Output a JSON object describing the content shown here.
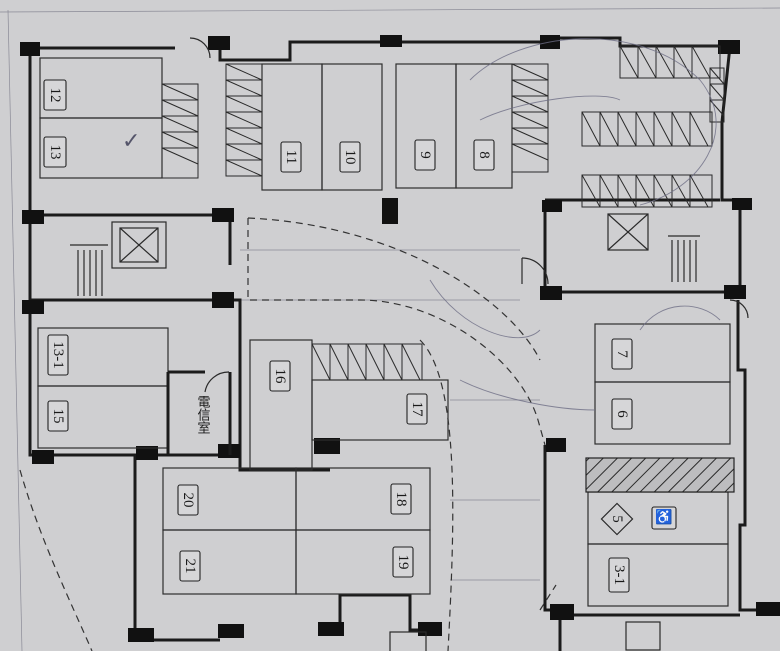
{
  "stalls": [
    {
      "id": "12"
    },
    {
      "id": "13"
    },
    {
      "id": "11"
    },
    {
      "id": "10"
    },
    {
      "id": "9"
    },
    {
      "id": "8"
    },
    {
      "id": "13-1"
    },
    {
      "id": "15"
    },
    {
      "id": "16"
    },
    {
      "id": "17"
    },
    {
      "id": "7"
    },
    {
      "id": "6"
    },
    {
      "id": "20"
    },
    {
      "id": "21"
    },
    {
      "id": "18"
    },
    {
      "id": "19"
    },
    {
      "id": "5"
    },
    {
      "id": "3-1"
    }
  ],
  "room_label": "電信室",
  "accessible_symbol": "♿",
  "handwritten_mark": "✓",
  "icons": [
    "accessible-icon",
    "elevator-icon",
    "stair-icon",
    "door-icon"
  ]
}
